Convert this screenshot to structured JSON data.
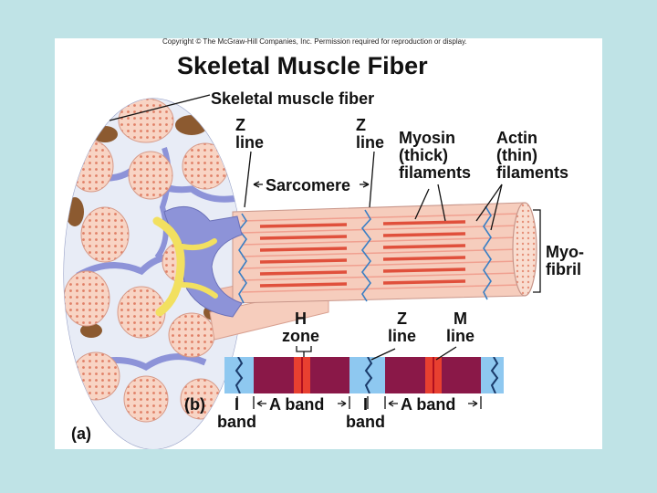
{
  "copyright": "Copyright © The McGraw-Hill Companies, Inc. Permission required for reproduction or display.",
  "title": "Skeletal Muscle Fiber",
  "labels": {
    "skeletal_muscle_fiber": "Skeletal muscle fiber",
    "z_line_left": "Z\nline",
    "z_line_right": "Z\nline",
    "sarcomere": "Sarcomere",
    "myosin": "Myosin\n(thick)\nfilaments",
    "actin": "Actin\n(thin)\nfilaments",
    "myofibril": "Myo-\nfibril",
    "h_zone": "H\nzone",
    "z_line_b": "Z\nline",
    "m_line": "M\nline",
    "part_b": "(b)",
    "i_band_1": "I\nband",
    "a_band_1": "A band",
    "i_band_2": "I\nband",
    "a_band_2": "A band",
    "part_a": "(a)"
  },
  "colors": {
    "background": "#bfe3e6",
    "myofibril_pink": "#f6cdbd",
    "thin_filament": "#f0a090",
    "thick_filament": "#e0503c",
    "z_line_blue": "#3a7fc4",
    "a_band": "#8a1848",
    "i_band": "#8ec8f0",
    "m_line_red": "#e84030",
    "t_tubule_blue": "#8d93d8",
    "sr_yellow": "#f2e060",
    "mitochondria": "#8c5a30"
  }
}
